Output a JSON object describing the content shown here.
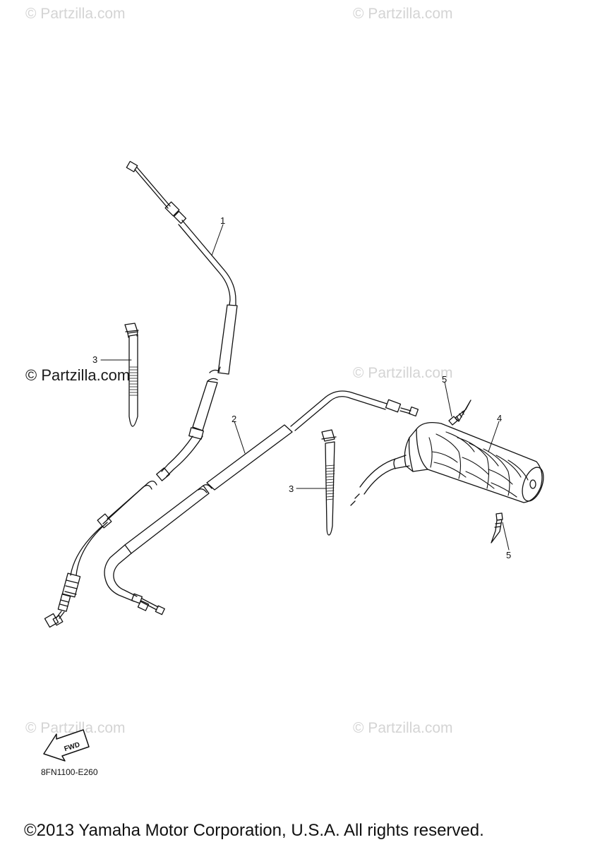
{
  "watermarks": {
    "top_left": "© Partzilla.com",
    "top_right": "© Partzilla.com",
    "middle_left": "© Partzilla.com",
    "middle_right": "© Partzilla.com",
    "bottom_left": "© Partzilla.com",
    "bottom_right": "© Partzilla.com"
  },
  "callouts": {
    "part_1": "1",
    "part_2": "2",
    "part_3_left": "3",
    "part_3_right": "3",
    "part_4": "4",
    "part_5_top": "5",
    "part_5_bottom": "5"
  },
  "fwd_badge": "FWD",
  "diagram_code": "8FN1100-E260",
  "copyright": "©2013 Yamaha Motor Corporation, U.S.A. All rights reserved."
}
